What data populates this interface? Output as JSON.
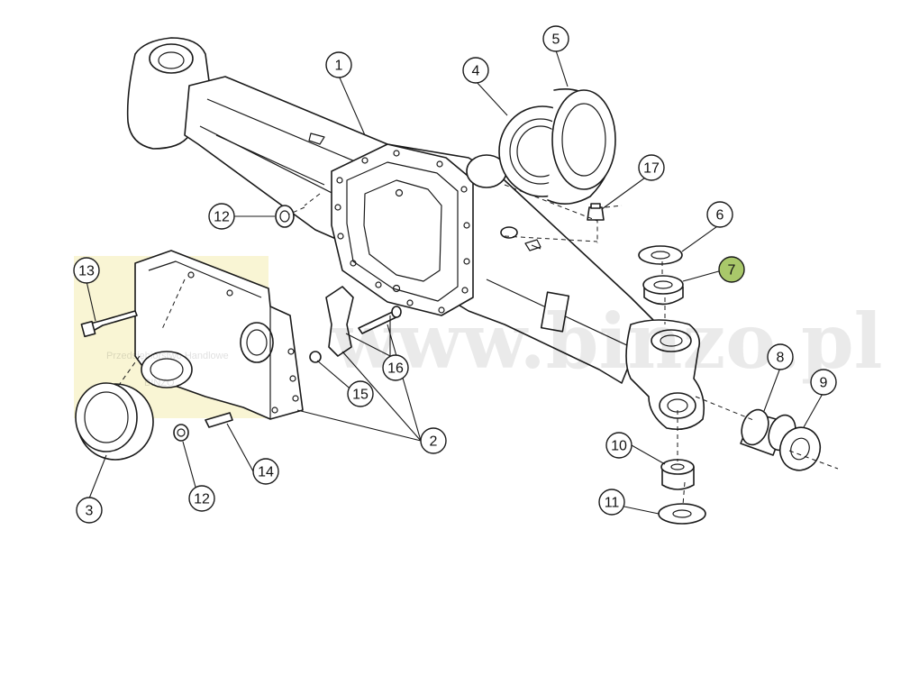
{
  "watermark": {
    "site": "www.binzo.pl",
    "company": "Przedsiębiorstwo Handlowe",
    "company_line2": "BINZO",
    "block_color": "#f7f3c9"
  },
  "highlight_color": "#a9c86a",
  "callouts": [
    {
      "label": "1"
    },
    {
      "label": "2"
    },
    {
      "label": "3"
    },
    {
      "label": "4"
    },
    {
      "label": "5"
    },
    {
      "label": "6"
    },
    {
      "label": "7",
      "highlighted": true
    },
    {
      "label": "8"
    },
    {
      "label": "9"
    },
    {
      "label": "10"
    },
    {
      "label": "11"
    },
    {
      "label": "12"
    },
    {
      "label": "12"
    },
    {
      "label": "13"
    },
    {
      "label": "14"
    },
    {
      "label": "15"
    },
    {
      "label": "16"
    },
    {
      "label": "17"
    }
  ]
}
